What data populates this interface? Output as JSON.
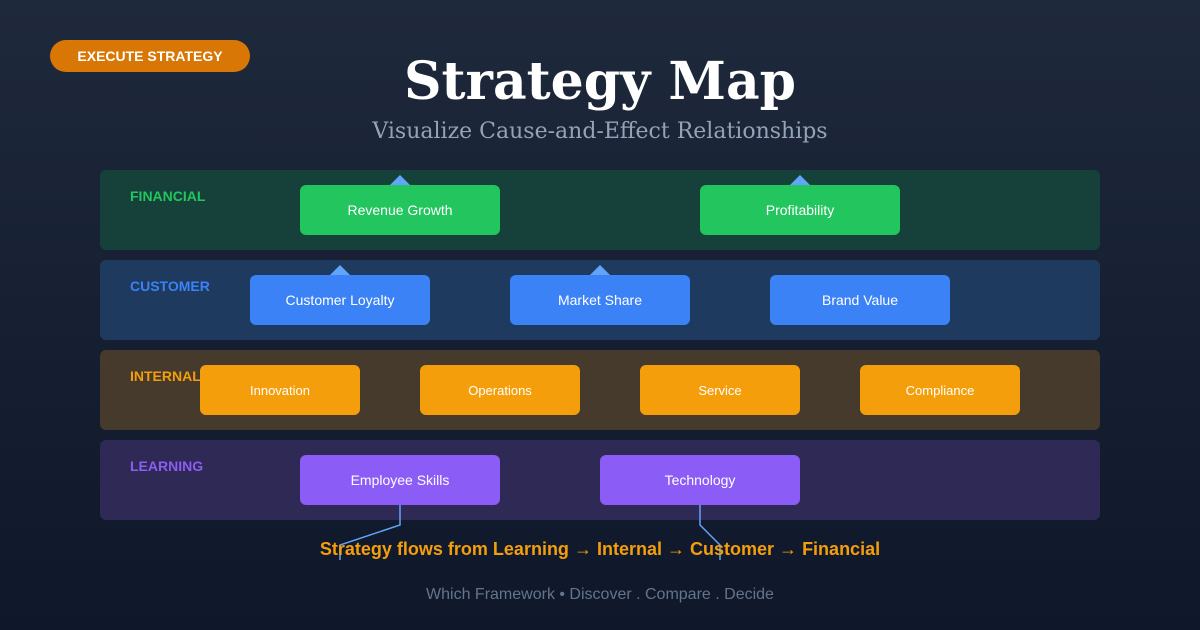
{
  "header": {
    "badge": "EXECUTE STRATEGY",
    "title": "Strategy Map",
    "subtitle": "Visualize Cause-and-Effect Relationships"
  },
  "colors": {
    "financial": "#22c55e",
    "customer": "#3b82f6",
    "internal": "#f59e0b",
    "learning": "#8b5cf6",
    "connector": "#60a5fa",
    "badge": "#d97706"
  },
  "layers": {
    "financial": {
      "label": "FINANCIAL",
      "boxes": [
        "Revenue Growth",
        "Profitability"
      ]
    },
    "customer": {
      "label": "CUSTOMER",
      "boxes": [
        "Customer Loyalty",
        "Market Share",
        "Brand Value"
      ]
    },
    "internal": {
      "label": "INTERNAL",
      "boxes": [
        "Innovation",
        "Operations",
        "Service",
        "Compliance"
      ]
    },
    "learning": {
      "label": "LEARNING",
      "boxes": [
        "Employee Skills",
        "Technology"
      ]
    }
  },
  "flow": {
    "text1": "Strategy flows from Learning",
    "arrow": "→",
    "text2": "Internal",
    "text3": "Customer",
    "text4": "Financial"
  },
  "footer": "Which Framework • Discover . Compare . Decide"
}
